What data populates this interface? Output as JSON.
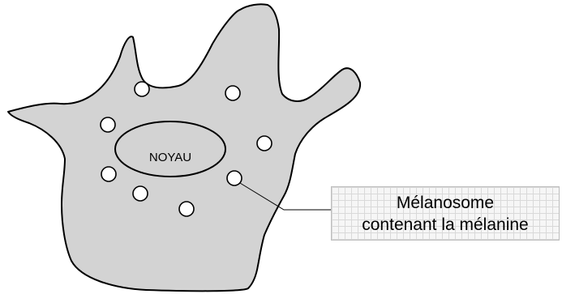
{
  "nucleus_label": "NOYAU",
  "callout": {
    "line1": "Mélanosome",
    "line2": "contenant la mélanine"
  },
  "colors": {
    "cell_fill": "#d3d3d3",
    "outline": "#000000",
    "melanosome_fill": "#ffffff",
    "box_grid": "#d9d9d9"
  }
}
